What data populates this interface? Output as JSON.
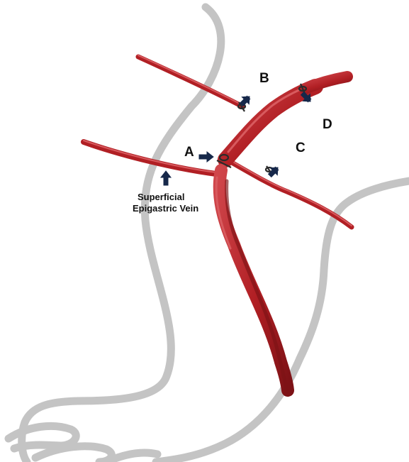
{
  "labels": {
    "A": "A",
    "B": "B",
    "C": "C",
    "D": "D"
  },
  "vein_label": {
    "line1": "Superficial",
    "line2": "Epigastric Vein"
  },
  "colors": {
    "vessel": "#b11f24",
    "vessel_dark": "#7d1216",
    "vessel_highlight": "#d85a5e",
    "outline": "#c4c4c4",
    "arrow": "#16284a",
    "ligature": "#2b2b2b"
  },
  "icons": [
    "arrow-icon",
    "ligature-icon"
  ]
}
